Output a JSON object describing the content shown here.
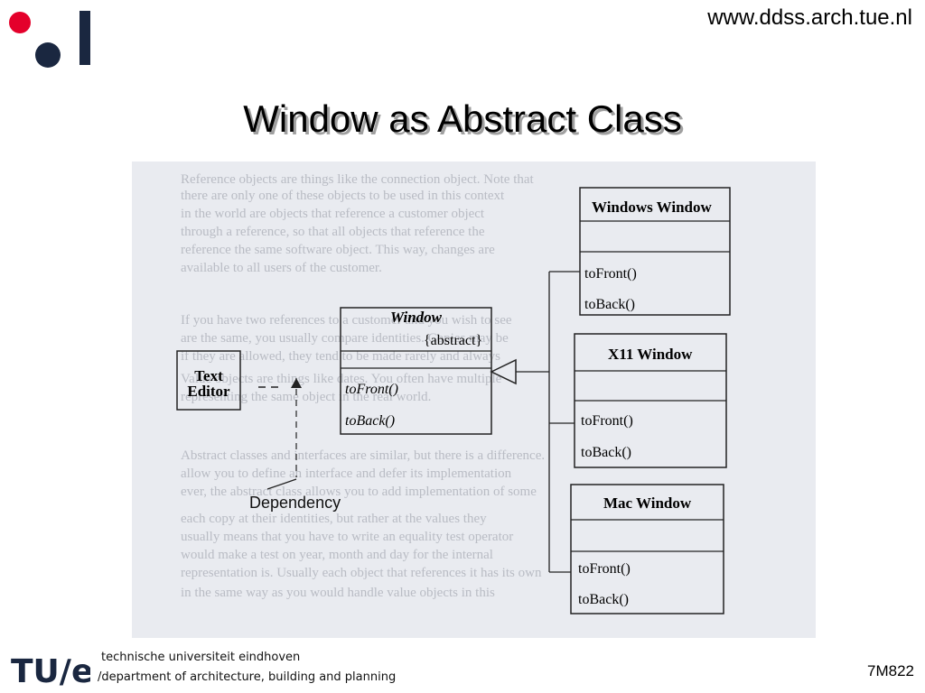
{
  "header": {
    "url": "www.ddss.arch.tue.nl",
    "title": "Window as Abstract Class"
  },
  "diagram": {
    "window_class": {
      "name": "Window",
      "stereotype": "{abstract}",
      "ops": [
        "toFront()",
        "toBack()"
      ]
    },
    "text_editor": {
      "line1": "Text",
      "line2": "Editor"
    },
    "dependency_label": "Dependency",
    "windows_window": {
      "name": "Windows Window",
      "ops": [
        "toFront()",
        "toBack()"
      ]
    },
    "x11_window": {
      "name": "X11 Window",
      "ops": [
        "toFront()",
        "toBack()"
      ]
    },
    "mac_window": {
      "name": "Mac Window",
      "ops": [
        "toFront()",
        "toBack()"
      ]
    }
  },
  "footer": {
    "university": "technische universiteit eindhoven",
    "department": "/department of architecture, building and planning",
    "course_code": "7M822"
  },
  "colors": {
    "logo_red": "#e4002b",
    "logo_navy": "#1a2740",
    "scan_background": "#e9ebf0"
  }
}
